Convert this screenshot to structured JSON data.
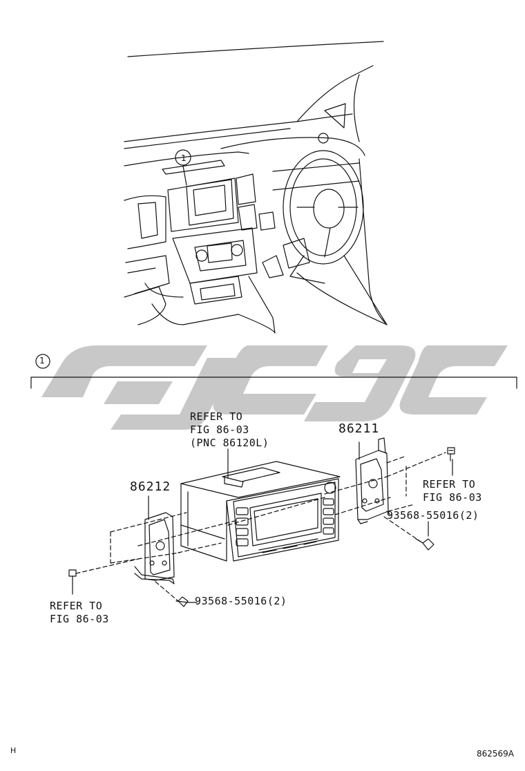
{
  "reference_markers": {
    "top": "1",
    "section": "1"
  },
  "parts": {
    "bracket_right": "86211",
    "bracket_left": "86212",
    "bolt_right": "93568-55016(2)",
    "bolt_left": "93568-55016(2)"
  },
  "refer_top": {
    "line1": "REFER TO",
    "line2": "FIG 86-03",
    "line3": "(PNC 86120L)"
  },
  "refer_right": {
    "line1": "REFER TO",
    "line2": "FIG 86-03"
  },
  "refer_left": {
    "line1": "REFER TO",
    "line2": "FIG 86-03"
  },
  "corner": {
    "left": "H",
    "right": "862569A"
  },
  "colors": {
    "line": "#111111",
    "watermark": "#c8c8c8"
  }
}
